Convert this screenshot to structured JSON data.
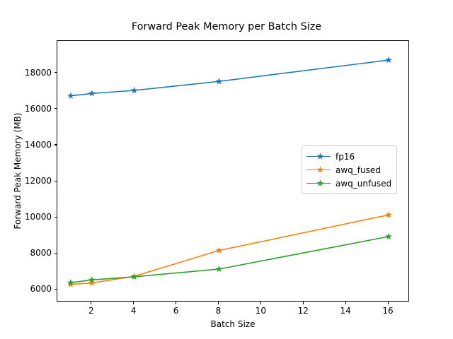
{
  "chart_data": {
    "type": "line",
    "title": "Forward Peak Memory per Batch Size",
    "xlabel": "Batch Size",
    "ylabel": "Forward Peak Memory (MB)",
    "x": [
      1,
      2,
      4,
      8,
      16
    ],
    "xlim": [
      0.37,
      17.0
    ],
    "ylim": [
      5310,
      19790
    ],
    "xticks": [
      2,
      4,
      6,
      8,
      10,
      12,
      14,
      16
    ],
    "xtick_labels": [
      "2",
      "4",
      "6",
      "8",
      "10",
      "12",
      "14",
      "16"
    ],
    "yticks": [
      6000,
      8000,
      10000,
      12000,
      14000,
      16000,
      18000
    ],
    "ytick_labels": [
      "6000",
      "8000",
      "10000",
      "12000",
      "14000",
      "16000",
      "18000"
    ],
    "grid": false,
    "legend_position": "center right",
    "marker": "star",
    "series": [
      {
        "name": "fp16",
        "color": "#1f77b4",
        "values": [
          16750,
          16880,
          17050,
          17550,
          18730
        ]
      },
      {
        "name": "awq_fused",
        "color": "#ff7f0e",
        "values": [
          6300,
          6380,
          6750,
          8180,
          10150
        ]
      },
      {
        "name": "awq_unfused",
        "color": "#2ca02c",
        "values": [
          6400,
          6550,
          6720,
          7150,
          8950
        ]
      }
    ]
  }
}
